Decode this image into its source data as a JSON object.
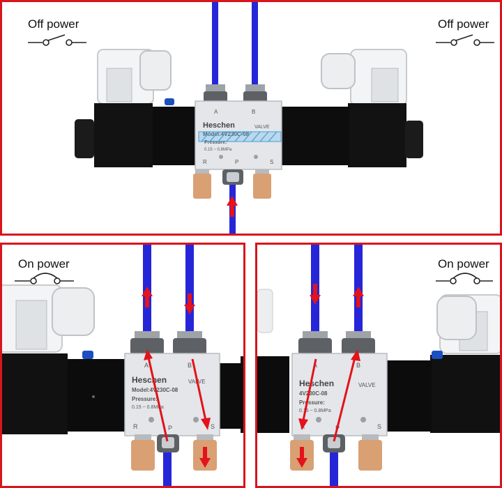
{
  "panels": {
    "top": {
      "left_label": "Off power",
      "right_label": "Off power",
      "valve": {
        "brand": "Heschen",
        "type": "VALVE",
        "model": "Model:4V230C-08",
        "pressure": "Pressure:",
        "range": "0.15 ~ 0.8MPa",
        "port_a": "A",
        "port_b": "B",
        "port_r": "R",
        "port_p": "P",
        "port_s": "S"
      }
    },
    "bottom_left": {
      "label": "On power",
      "valve": {
        "brand": "Heschen",
        "type": "VALVE",
        "model": "Model:4V230C-08",
        "pressure": "Pressure:",
        "range": "0.15 ~ 0.8MPa",
        "port_a": "A",
        "port_b": "B",
        "port_r": "R",
        "port_p": "P",
        "port_s": "S"
      }
    },
    "bottom_right": {
      "label": "On power",
      "valve": {
        "brand": "Heschen",
        "type": "VALVE",
        "model": "4V230C-08",
        "pressure": "Pressure:",
        "range": "0.15 ~ 0.8MPa",
        "port_a": "A",
        "port_b": "B",
        "port_r": "R",
        "port_p": "P",
        "port_s": "S"
      }
    }
  },
  "colors": {
    "frame": "#d8141c",
    "tube": "#2626d9",
    "arrow": "#e3121b",
    "muffler": "#d9a074",
    "solenoid": "#111111",
    "body": "#e4e6e9"
  }
}
